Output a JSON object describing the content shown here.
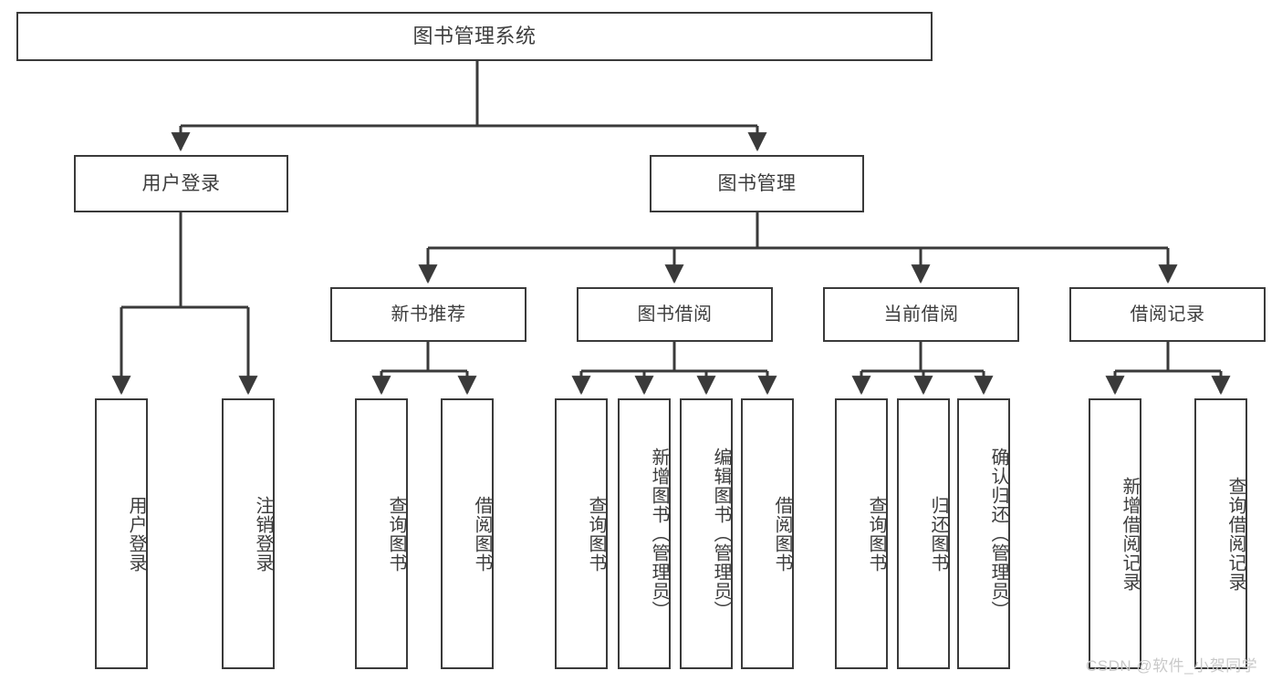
{
  "diagram": {
    "title": "图书管理系统",
    "type": "functional-structure-tree",
    "watermark": "CSDN @软件_小贺同学",
    "colors": {
      "stroke": "#3a3a3a",
      "text": "#3d3d3d",
      "background": "#ffffff",
      "watermark": "#c9c9c9"
    },
    "root": {
      "label": "图书管理系统"
    },
    "level2": [
      {
        "label": "用户登录"
      },
      {
        "label": "图书管理"
      }
    ],
    "level3": [
      {
        "label": "新书推荐"
      },
      {
        "label": "图书借阅"
      },
      {
        "label": "当前借阅"
      },
      {
        "label": "借阅记录"
      }
    ],
    "leaves": [
      {
        "label": "用户登录"
      },
      {
        "label": "注销登录"
      },
      {
        "label": "查询图书"
      },
      {
        "label": "借阅图书"
      },
      {
        "label": "查询图书"
      },
      {
        "label": "新增图书（管理员）"
      },
      {
        "label": "编辑图书（管理员）"
      },
      {
        "label": "借阅图书"
      },
      {
        "label": "查询图书"
      },
      {
        "label": "归还图书"
      },
      {
        "label": "确认归还（管理员）"
      },
      {
        "label": "新增借阅记录"
      },
      {
        "label": "查询借阅记录"
      }
    ]
  }
}
